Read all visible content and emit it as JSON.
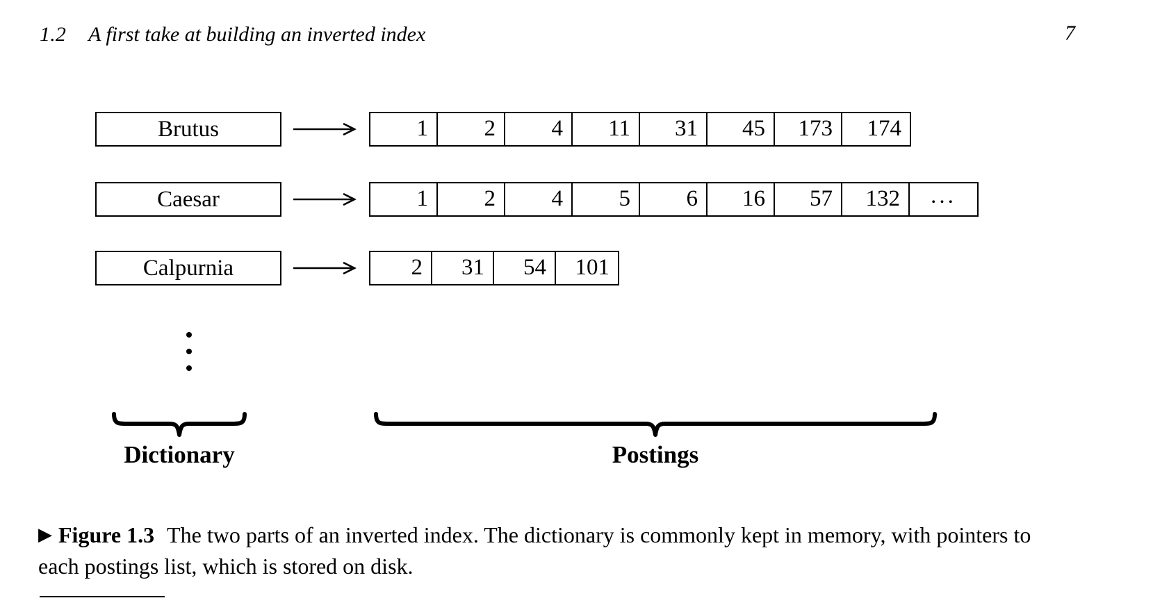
{
  "header": {
    "section_number": "1.2",
    "section_title": "A first take at building an inverted index",
    "page_number": "7"
  },
  "figure": {
    "arrow_glyph": "right-arrow",
    "vertical_ellipsis_glyph": "vertical-ellipsis",
    "rows": [
      {
        "term": "Brutus",
        "postings": [
          "1",
          "2",
          "4",
          "11",
          "31",
          "45",
          "173",
          "174"
        ]
      },
      {
        "term": "Caesar",
        "postings": [
          "1",
          "2",
          "4",
          "5",
          "6",
          "16",
          "57",
          "132",
          "..."
        ]
      },
      {
        "term": "Calpurnia",
        "postings": [
          "2",
          "31",
          "54",
          "101"
        ]
      }
    ],
    "braces": [
      {
        "label": "Dictionary"
      },
      {
        "label": "Postings"
      }
    ]
  },
  "caption": {
    "marker": "▶",
    "figure_label": "Figure 1.3",
    "text": "The two parts of an inverted index. The dictionary is commonly kept in memory, with pointers to each postings list, which is stored on disk."
  },
  "colors": {
    "ink": "#000000",
    "page": "#ffffff"
  }
}
